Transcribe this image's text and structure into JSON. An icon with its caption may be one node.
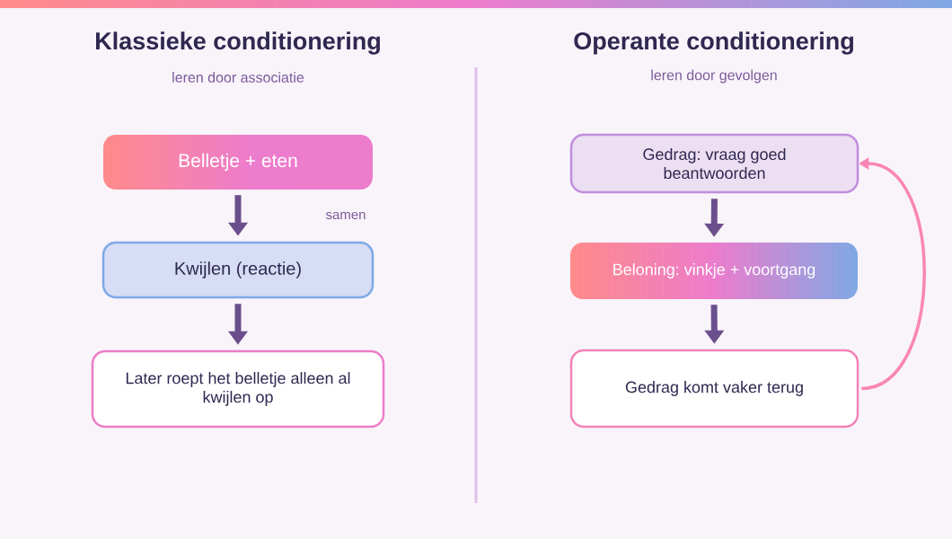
{
  "diagram": {
    "nodes": [
      {
        "text": [
          "Belletje + eten"
        ]
      },
      {
        "text": [
          "Kwijlen (reactie)"
        ]
      },
      {
        "text": [
          "Later roept het belletje alleen al kwijlen op"
        ]
      },
      {
        "text": [
          "Gedrag: vraag goed beantwoorden"
        ]
      },
      {
        "text": [
          "Beloning: vinkje + voortgang"
        ]
      },
      {
        "text": [
          "Gedrag komt vaker terug"
        ]
      }
    ],
    "edges": [
      {
        "from": 0,
        "to": 1,
        "arrow": "to"
      },
      {
        "from": 1,
        "to": 2,
        "arrow": "to"
      },
      {
        "from": 3,
        "to": 4,
        "arrow": "to"
      },
      {
        "from": 4,
        "to": 5,
        "arrow": "to"
      },
      {
        "from": 5,
        "to": 3,
        "arrow": "to",
        "color": "#f986b4"
      }
    ],
    "labels": [
      "Klassieke conditionering",
      "leren door associatie",
      "Operante conditionering",
      "leren door gevolgen",
      "samen"
    ]
  }
}
